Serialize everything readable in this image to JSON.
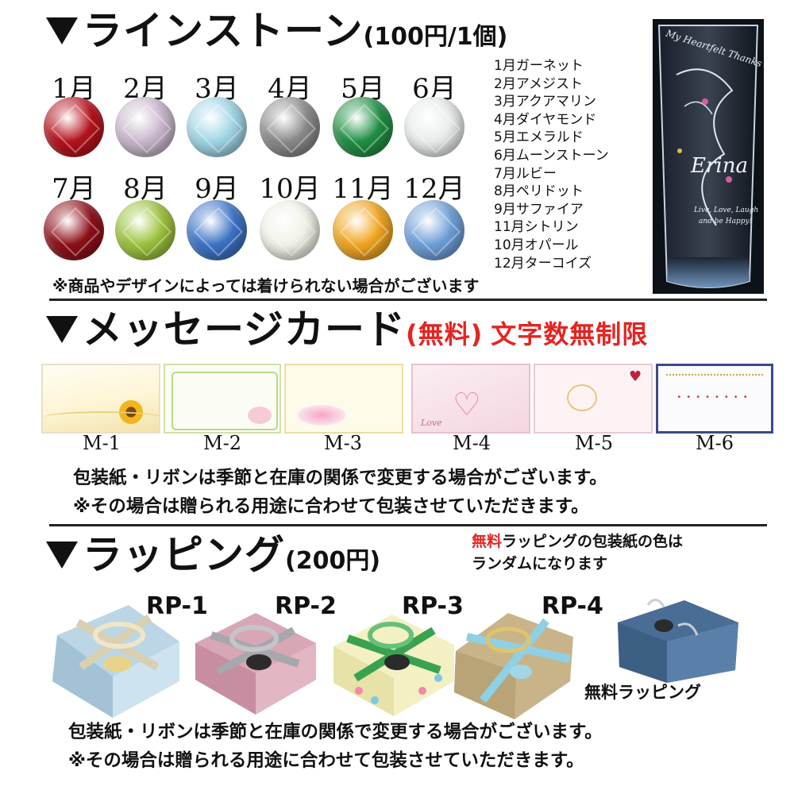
{
  "rhinestone": {
    "title": "ラインストーン",
    "price": "(100円/1個)",
    "months": [
      "1月",
      "2月",
      "3月",
      "4月",
      "5月",
      "6月",
      "7月",
      "8月",
      "9月",
      "10月",
      "11月",
      "12月"
    ],
    "gem_colors": [
      "#b5121b",
      "#c9b7cc",
      "#9fd6e6",
      "#8a8a8a",
      "#1f8f43",
      "#e9ecec",
      "#8e0f18",
      "#9cc23a",
      "#3c73c7",
      "#f0f1e6",
      "#f0a51f",
      "#6e9fd9"
    ],
    "stones": [
      "1月ガーネット",
      "2月アメジスト",
      "3月アクアマリン",
      "4月ダイヤモンド",
      "5月エメラルド",
      "6月ムーンストーン",
      "7月ルビー",
      "8月ペリドット",
      "9月サファイア",
      "11月シトリン",
      "10月オパール",
      "12月ターコイズ"
    ],
    "note": "※商品やデザインによっては着けられない場合がございます",
    "glass_script": "My Heartfelt Thanks",
    "glass_name": "Erina",
    "glass_motto1": "Live, Love, Laugh",
    "glass_motto2": "and be Happy!"
  },
  "message_card": {
    "title": "メッセージカード",
    "free": "(無料)",
    "unlimited": "文字数無制限",
    "cards": [
      "M-1",
      "M-2",
      "M-3",
      "M-4",
      "M-5",
      "M-6"
    ],
    "card_love_text": "Love",
    "para1": "包装紙・リボンは季節と在庫の関係で変更する場合がございます。",
    "para2": "※その場合は贈られる用途に合わせて包装させていただきます。"
  },
  "wrapping": {
    "title": "ラッピング",
    "price": "(200円)",
    "side_note_red": "無料",
    "side_note_1": "ラッピングの包装紙の色は",
    "side_note_2": "ランダムになります",
    "labels": [
      "RP-1",
      "RP-2",
      "RP-3",
      "RP-4"
    ],
    "free_label": "無料ラッピング",
    "para1": "包装紙・リボンは季節と在庫の関係で変更する場合がございます。",
    "para2": "※その場合は贈られる用途に合わせて包装させていただきます。"
  }
}
